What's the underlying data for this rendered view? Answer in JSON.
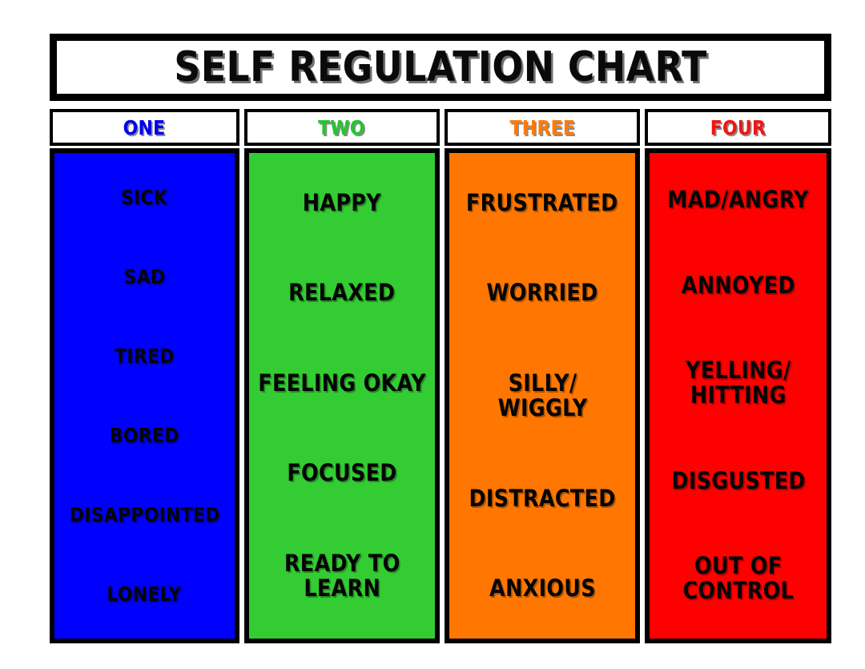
{
  "poster": {
    "title": "SELF REGULATION CHART",
    "background_color": "#ffffff",
    "border_color": "#000000"
  },
  "columns": [
    {
      "header": "ONE",
      "header_color": "#0000ee",
      "fill_color": "#0000ff",
      "items": [
        {
          "lines": [
            "SICK"
          ]
        },
        {
          "lines": [
            "SAD"
          ]
        },
        {
          "lines": [
            "TIRED"
          ]
        },
        {
          "lines": [
            "BORED"
          ]
        },
        {
          "lines": [
            "DISAPPOINTED"
          ]
        },
        {
          "lines": [
            "LONELY"
          ]
        }
      ]
    },
    {
      "header": "TWO",
      "header_color": "#22c72f",
      "fill_color": "#33cc33",
      "items": [
        {
          "lines": [
            "HAPPY"
          ]
        },
        {
          "lines": [
            "RELAXED"
          ]
        },
        {
          "lines": [
            "FEELING OKAY"
          ]
        },
        {
          "lines": [
            "FOCUSED"
          ]
        },
        {
          "lines": [
            "READY TO",
            "LEARN"
          ]
        }
      ]
    },
    {
      "header": "THREE",
      "header_color": "#ff7a0a",
      "fill_color": "#ff7700",
      "items": [
        {
          "lines": [
            "FRUSTRATED"
          ]
        },
        {
          "lines": [
            "WORRIED"
          ]
        },
        {
          "lines": [
            "SILLY/",
            "WIGGLY"
          ]
        },
        {
          "lines": [
            "DISTRACTED"
          ]
        },
        {
          "lines": [
            "ANXIOUS"
          ]
        }
      ]
    },
    {
      "header": "FOUR",
      "header_color": "#f21414",
      "fill_color": "#ff0000",
      "items": [
        {
          "lines": [
            "MAD/ANGRY"
          ]
        },
        {
          "lines": [
            "ANNOYED"
          ]
        },
        {
          "lines": [
            "YELLING/",
            "HITTING"
          ]
        },
        {
          "lines": [
            "DISGUSTED"
          ]
        },
        {
          "lines": [
            "OUT OF",
            "CONTROL"
          ]
        }
      ]
    }
  ]
}
